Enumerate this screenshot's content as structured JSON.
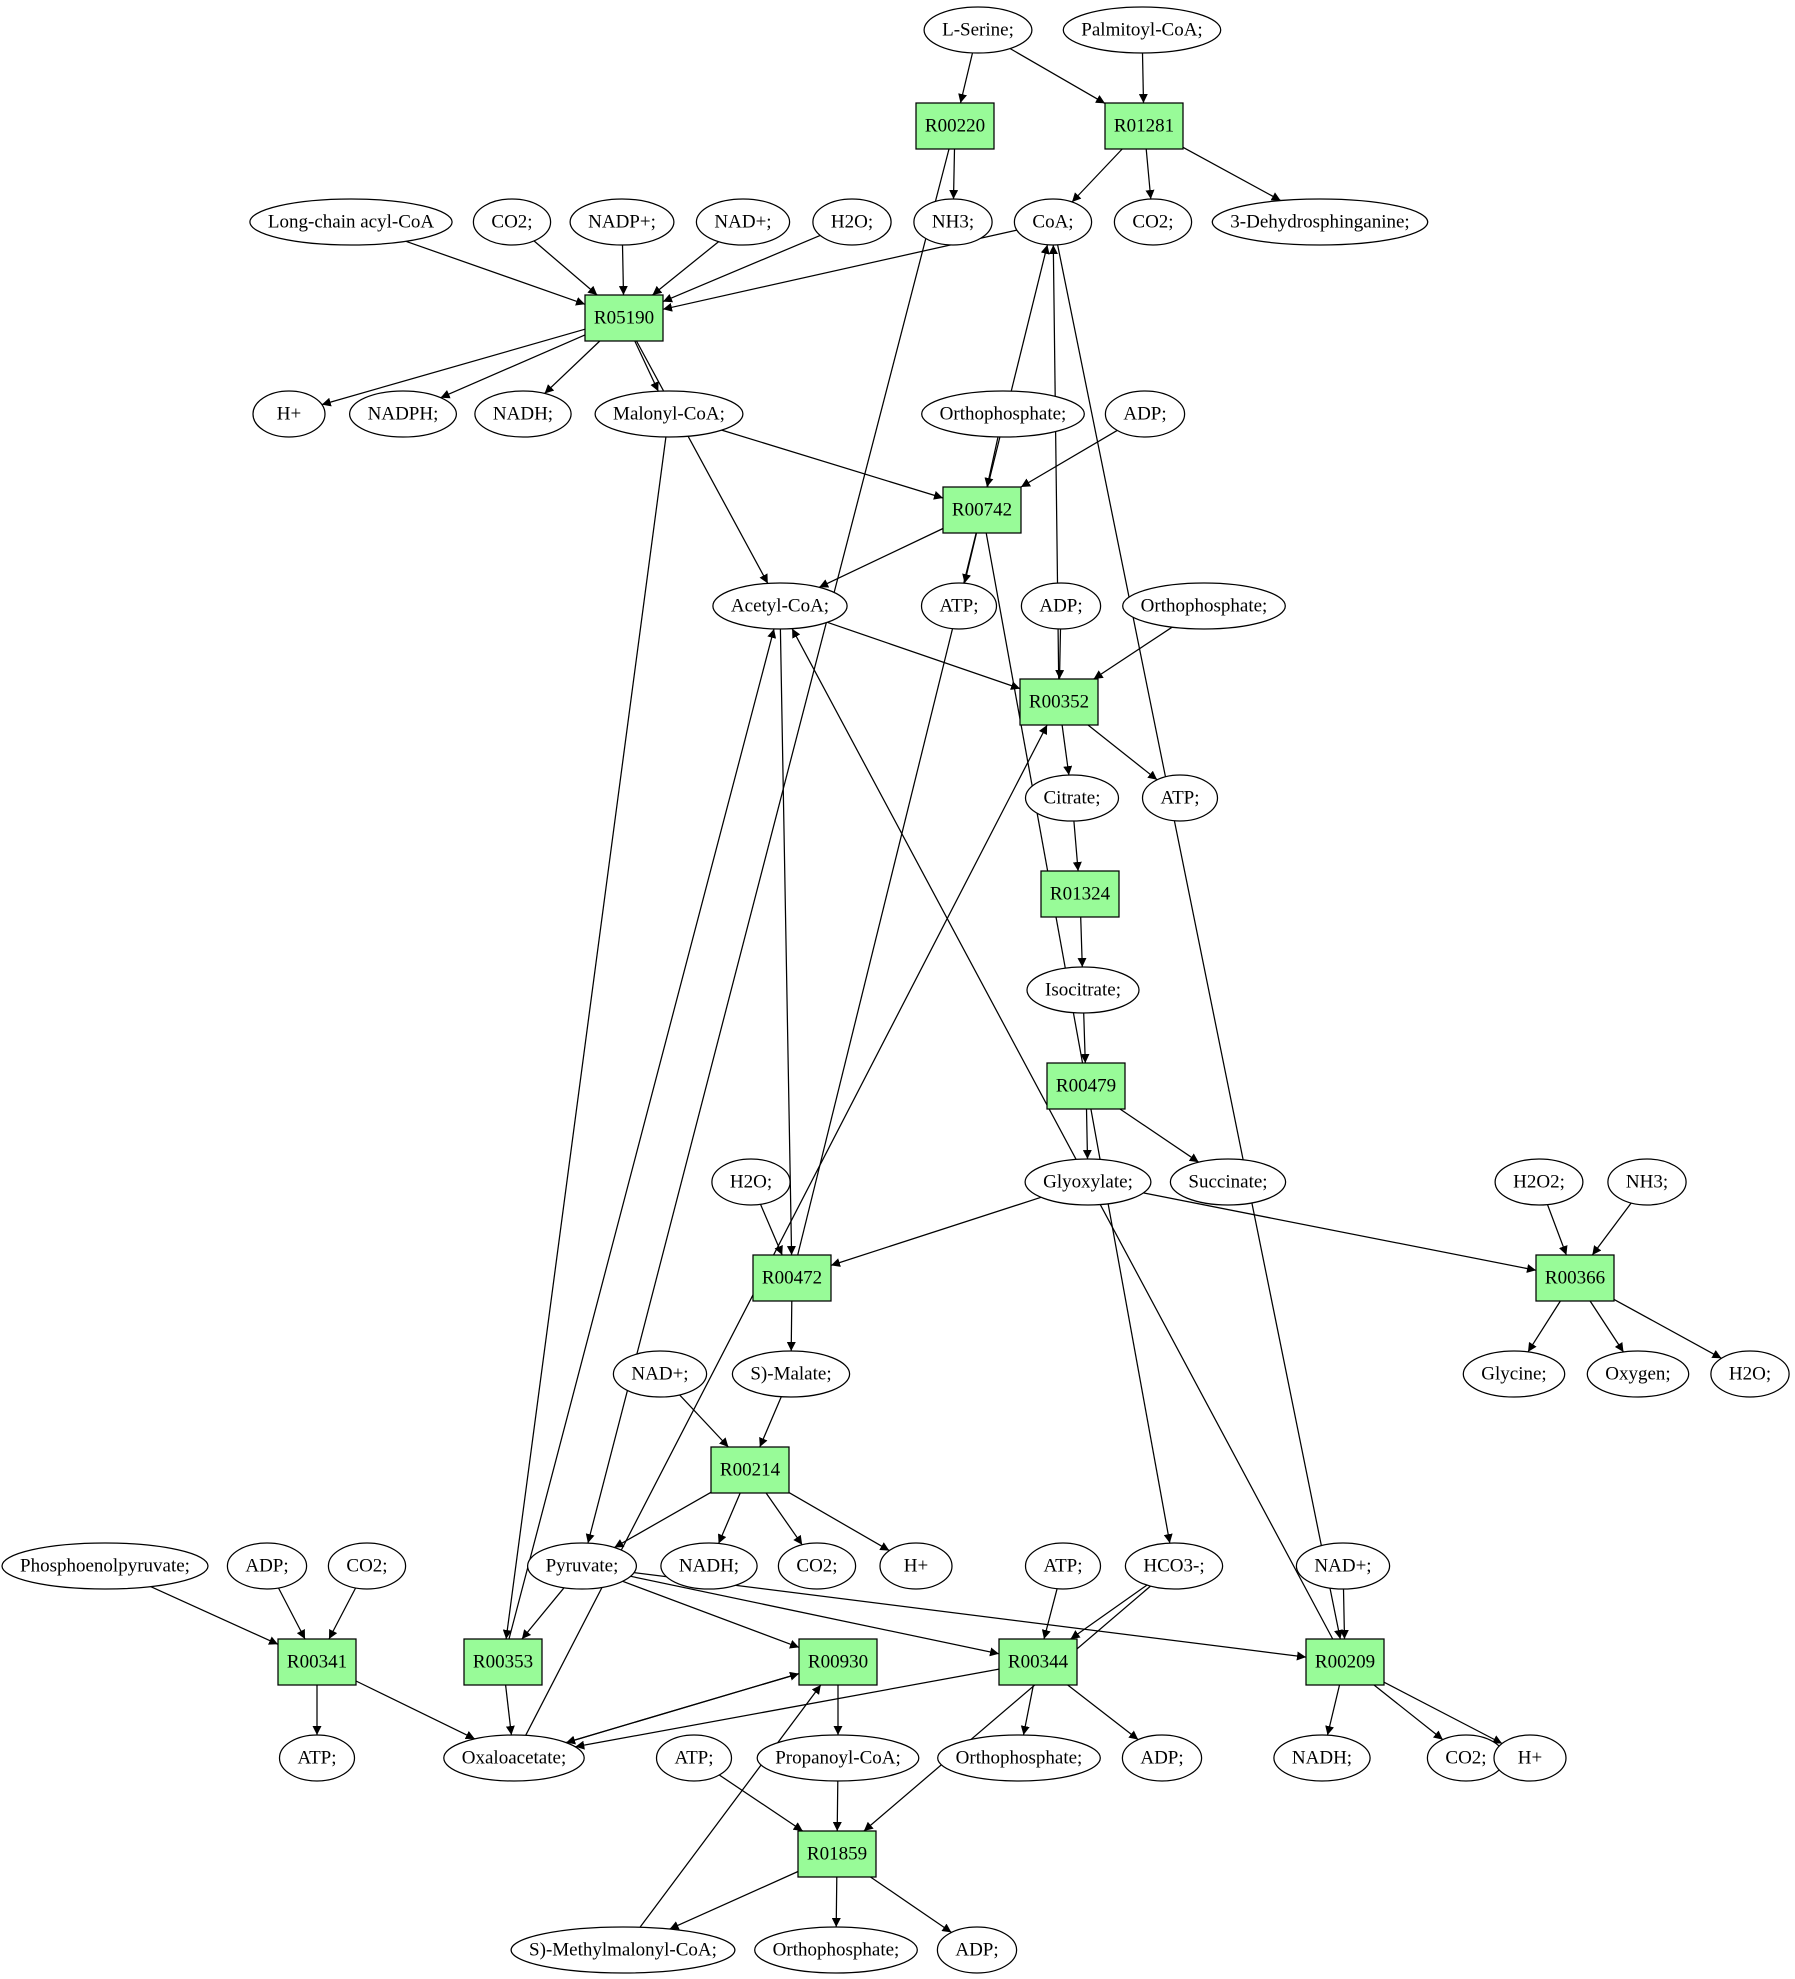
{
  "colors": {
    "reaction_fill": "#98fb98",
    "source_fill": "#00ee00",
    "target_fill": "#ffff00",
    "compound_fill": "#ffffff"
  },
  "nodes": [
    {
      "id": "lserine",
      "label": "L-Serine;",
      "kind": "compound",
      "role": "source"
    },
    {
      "id": "palmitoylcoa",
      "label": "Palmitoyl-CoA;",
      "kind": "compound"
    },
    {
      "id": "R00220",
      "label": "R00220",
      "kind": "reaction"
    },
    {
      "id": "R01281",
      "label": "R01281",
      "kind": "reaction"
    },
    {
      "id": "lcacylcoa",
      "label": "Long-chain acyl-CoA",
      "kind": "compound"
    },
    {
      "id": "co2_a",
      "label": "CO2;",
      "kind": "compound"
    },
    {
      "id": "nadp",
      "label": "NADP+;",
      "kind": "compound"
    },
    {
      "id": "nad_a",
      "label": "NAD+;",
      "kind": "compound"
    },
    {
      "id": "h2o_a",
      "label": "H2O;",
      "kind": "compound"
    },
    {
      "id": "nh3_a",
      "label": "NH3;",
      "kind": "compound"
    },
    {
      "id": "coa",
      "label": "CoA;",
      "kind": "compound"
    },
    {
      "id": "co2_b",
      "label": "CO2;",
      "kind": "compound"
    },
    {
      "id": "dehydro",
      "label": "3-Dehydrosphinganine;",
      "kind": "compound"
    },
    {
      "id": "R05190",
      "label": "R05190",
      "kind": "reaction"
    },
    {
      "id": "hplus_a",
      "label": "H+",
      "kind": "compound"
    },
    {
      "id": "nadph",
      "label": "NADPH;",
      "kind": "compound"
    },
    {
      "id": "nadh_a",
      "label": "NADH;",
      "kind": "compound"
    },
    {
      "id": "malonylcoa",
      "label": "Malonyl-CoA;",
      "kind": "compound"
    },
    {
      "id": "orthop_a",
      "label": "Orthophosphate;",
      "kind": "compound"
    },
    {
      "id": "adp_a",
      "label": "ADP;",
      "kind": "compound"
    },
    {
      "id": "R00742",
      "label": "R00742",
      "kind": "reaction"
    },
    {
      "id": "acetylcoa",
      "label": "Acetyl-CoA;",
      "kind": "compound"
    },
    {
      "id": "atp_a",
      "label": "ATP;",
      "kind": "compound"
    },
    {
      "id": "adp_b",
      "label": "ADP;",
      "kind": "compound"
    },
    {
      "id": "orthop_b",
      "label": "Orthophosphate;",
      "kind": "compound"
    },
    {
      "id": "R00352",
      "label": "R00352",
      "kind": "reaction"
    },
    {
      "id": "citrate",
      "label": "Citrate;",
      "kind": "compound"
    },
    {
      "id": "atp_b",
      "label": "ATP;",
      "kind": "compound"
    },
    {
      "id": "R01324",
      "label": "R01324",
      "kind": "reaction"
    },
    {
      "id": "isocitrate",
      "label": "Isocitrate;",
      "kind": "compound"
    },
    {
      "id": "R00479",
      "label": "R00479",
      "kind": "reaction"
    },
    {
      "id": "glyoxylate",
      "label": "Glyoxylate;",
      "kind": "compound"
    },
    {
      "id": "succinate",
      "label": "Succinate;",
      "kind": "compound"
    },
    {
      "id": "h2o_b",
      "label": "H2O;",
      "kind": "compound"
    },
    {
      "id": "R00472",
      "label": "R00472",
      "kind": "reaction"
    },
    {
      "id": "h2o2",
      "label": "H2O2;",
      "kind": "compound"
    },
    {
      "id": "nh3_b",
      "label": "NH3;",
      "kind": "compound"
    },
    {
      "id": "R00366",
      "label": "R00366",
      "kind": "reaction"
    },
    {
      "id": "glycine",
      "label": "Glycine;",
      "kind": "compound",
      "role": "target"
    },
    {
      "id": "oxygen",
      "label": "Oxygen;",
      "kind": "compound"
    },
    {
      "id": "h2o_c",
      "label": "H2O;",
      "kind": "compound"
    },
    {
      "id": "nad_b",
      "label": "NAD+;",
      "kind": "compound"
    },
    {
      "id": "smalate",
      "label": "S)-Malate;",
      "kind": "compound"
    },
    {
      "id": "R00214",
      "label": "R00214",
      "kind": "reaction"
    },
    {
      "id": "pyruvate",
      "label": "Pyruvate;",
      "kind": "compound"
    },
    {
      "id": "nadh_b",
      "label": "NADH;",
      "kind": "compound"
    },
    {
      "id": "co2_c",
      "label": "CO2;",
      "kind": "compound"
    },
    {
      "id": "hplus_b",
      "label": "H+",
      "kind": "compound"
    },
    {
      "id": "pep",
      "label": "Phosphoenolpyruvate;",
      "kind": "compound"
    },
    {
      "id": "adp_c",
      "label": "ADP;",
      "kind": "compound"
    },
    {
      "id": "co2_d",
      "label": "CO2;",
      "kind": "compound"
    },
    {
      "id": "atp_c",
      "label": "ATP;",
      "kind": "compound"
    },
    {
      "id": "hco3",
      "label": "HCO3-;",
      "kind": "compound"
    },
    {
      "id": "nad_c",
      "label": "NAD+;",
      "kind": "compound"
    },
    {
      "id": "R00341",
      "label": "R00341",
      "kind": "reaction"
    },
    {
      "id": "R00353",
      "label": "R00353",
      "kind": "reaction"
    },
    {
      "id": "R00930",
      "label": "R00930",
      "kind": "reaction"
    },
    {
      "id": "R00344",
      "label": "R00344",
      "kind": "reaction"
    },
    {
      "id": "R00209",
      "label": "R00209",
      "kind": "reaction"
    },
    {
      "id": "atp_d",
      "label": "ATP;",
      "kind": "compound"
    },
    {
      "id": "oxaloacetate",
      "label": "Oxaloacetate;",
      "kind": "compound"
    },
    {
      "id": "atp_e",
      "label": "ATP;",
      "kind": "compound"
    },
    {
      "id": "propanoylcoa",
      "label": "Propanoyl-CoA;",
      "kind": "compound"
    },
    {
      "id": "orthop_c",
      "label": "Orthophosphate;",
      "kind": "compound"
    },
    {
      "id": "adp_d",
      "label": "ADP;",
      "kind": "compound"
    },
    {
      "id": "nadh_c",
      "label": "NADH;",
      "kind": "compound"
    },
    {
      "id": "co2_e",
      "label": "CO2;",
      "kind": "compound"
    },
    {
      "id": "hplus_c",
      "label": "H+",
      "kind": "compound"
    },
    {
      "id": "R01859",
      "label": "R01859",
      "kind": "reaction"
    },
    {
      "id": "smethyl",
      "label": "S)-Methylmalonyl-CoA;",
      "kind": "compound"
    },
    {
      "id": "orthop_d",
      "label": "Orthophosphate;",
      "kind": "compound"
    },
    {
      "id": "adp_e",
      "label": "ADP;",
      "kind": "compound"
    }
  ],
  "edges": [
    {
      "from": "lserine",
      "to": "R00220"
    },
    {
      "from": "lserine",
      "to": "R01281"
    },
    {
      "from": "palmitoylcoa",
      "to": "R01281"
    },
    {
      "from": "R00220",
      "to": "nh3_a"
    },
    {
      "from": "R00220",
      "to": "pyruvate"
    },
    {
      "from": "R01281",
      "to": "coa"
    },
    {
      "from": "R01281",
      "to": "co2_b"
    },
    {
      "from": "R01281",
      "to": "dehydro"
    },
    {
      "from": "lcacylcoa",
      "to": "R05190"
    },
    {
      "from": "co2_a",
      "to": "R05190"
    },
    {
      "from": "nadp",
      "to": "R05190"
    },
    {
      "from": "nad_a",
      "to": "R05190"
    },
    {
      "from": "h2o_a",
      "to": "R05190"
    },
    {
      "from": "coa",
      "to": "R05190"
    },
    {
      "from": "R05190",
      "to": "hplus_a"
    },
    {
      "from": "R05190",
      "to": "nadph"
    },
    {
      "from": "R05190",
      "to": "nadh_a"
    },
    {
      "from": "R05190",
      "to": "malonylcoa"
    },
    {
      "from": "R05190",
      "to": "acetylcoa"
    },
    {
      "from": "malonylcoa",
      "to": "R00742"
    },
    {
      "from": "orthop_a",
      "to": "R00742"
    },
    {
      "from": "adp_a",
      "to": "R00742"
    },
    {
      "from": "R00742",
      "to": "acetylcoa"
    },
    {
      "from": "R00742",
      "to": "atp_a"
    },
    {
      "from": "R00742",
      "to": "hco3"
    },
    {
      "from": "acetylcoa",
      "to": "R00352"
    },
    {
      "from": "adp_b",
      "to": "R00352"
    },
    {
      "from": "orthop_b",
      "to": "R00352"
    },
    {
      "from": "R00352",
      "to": "coa"
    },
    {
      "from": "R00352",
      "to": "citrate"
    },
    {
      "from": "R00352",
      "to": "atp_b"
    },
    {
      "from": "citrate",
      "to": "R01324"
    },
    {
      "from": "R01324",
      "to": "isocitrate"
    },
    {
      "from": "isocitrate",
      "to": "R00479"
    },
    {
      "from": "R00479",
      "to": "glyoxylate"
    },
    {
      "from": "R00479",
      "to": "succinate"
    },
    {
      "from": "glyoxylate",
      "to": "R00472"
    },
    {
      "from": "glyoxylate",
      "to": "R00366"
    },
    {
      "from": "acetylcoa",
      "to": "R00472"
    },
    {
      "from": "h2o_b",
      "to": "R00472"
    },
    {
      "from": "R00472",
      "to": "coa"
    },
    {
      "from": "R00472",
      "to": "smalate"
    },
    {
      "from": "h2o2",
      "to": "R00366"
    },
    {
      "from": "nh3_b",
      "to": "R00366"
    },
    {
      "from": "R00366",
      "to": "glycine"
    },
    {
      "from": "R00366",
      "to": "oxygen"
    },
    {
      "from": "R00366",
      "to": "h2o_c"
    },
    {
      "from": "nad_b",
      "to": "R00214"
    },
    {
      "from": "smalate",
      "to": "R00214"
    },
    {
      "from": "R00214",
      "to": "pyruvate"
    },
    {
      "from": "R00214",
      "to": "nadh_b"
    },
    {
      "from": "R00214",
      "to": "co2_c"
    },
    {
      "from": "R00214",
      "to": "hplus_b"
    },
    {
      "from": "pep",
      "to": "R00341"
    },
    {
      "from": "adp_c",
      "to": "R00341"
    },
    {
      "from": "co2_d",
      "to": "R00341"
    },
    {
      "from": "R00341",
      "to": "atp_d"
    },
    {
      "from": "R00341",
      "to": "oxaloacetate"
    },
    {
      "from": "malonylcoa",
      "to": "R00353"
    },
    {
      "from": "pyruvate",
      "to": "R00353"
    },
    {
      "from": "R00353",
      "to": "oxaloacetate"
    },
    {
      "from": "R00353",
      "to": "acetylcoa"
    },
    {
      "from": "pyruvate",
      "to": "R00930"
    },
    {
      "from": "oxaloacetate",
      "to": "R00930"
    },
    {
      "from": "smethyl",
      "to": "R00930"
    },
    {
      "from": "R00930",
      "to": "oxaloacetate"
    },
    {
      "from": "R00930",
      "to": "propanoylcoa"
    },
    {
      "from": "oxaloacetate",
      "to": "R00352"
    },
    {
      "from": "pyruvate",
      "to": "R00344"
    },
    {
      "from": "atp_c",
      "to": "R00344"
    },
    {
      "from": "hco3",
      "to": "R00344"
    },
    {
      "from": "R00344",
      "to": "oxaloacetate"
    },
    {
      "from": "R00344",
      "to": "orthop_c"
    },
    {
      "from": "R00344",
      "to": "adp_d"
    },
    {
      "from": "pyruvate",
      "to": "R00209"
    },
    {
      "from": "nad_c",
      "to": "R00209"
    },
    {
      "from": "coa",
      "to": "R00209"
    },
    {
      "from": "R00209",
      "to": "acetylcoa"
    },
    {
      "from": "R00209",
      "to": "nadh_c"
    },
    {
      "from": "R00209",
      "to": "co2_e"
    },
    {
      "from": "R00209",
      "to": "hplus_c"
    },
    {
      "from": "atp_e",
      "to": "R01859"
    },
    {
      "from": "propanoylcoa",
      "to": "R01859"
    },
    {
      "from": "hco3",
      "to": "R01859"
    },
    {
      "from": "R01859",
      "to": "smethyl"
    },
    {
      "from": "R01859",
      "to": "orthop_d"
    },
    {
      "from": "R01859",
      "to": "adp_e"
    }
  ]
}
